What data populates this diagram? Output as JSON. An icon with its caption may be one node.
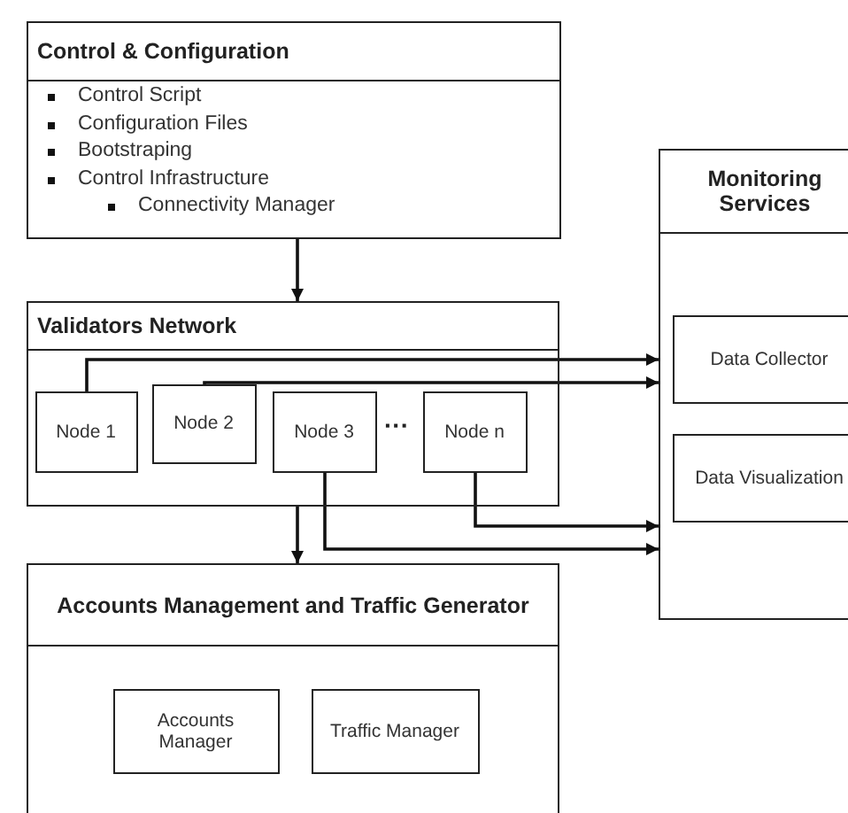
{
  "diagram": {
    "nodes": [
      {
        "text": [
          "Control & Configuration",
          "Control Script",
          "Configuration Files",
          "Bootstraping",
          "Control Infrastructure",
          "Connectivity Manager"
        ]
      },
      {
        "text": [
          "Validators Network"
        ]
      },
      {
        "text": [
          "Node 1"
        ],
        "in": 1
      },
      {
        "text": [
          "Node 2"
        ],
        "in": 1
      },
      {
        "text": [
          "Node 3"
        ],
        "in": 1
      },
      {
        "text": [
          "Node n"
        ],
        "in": 1
      },
      {
        "text": [
          "Monitoring Services"
        ]
      },
      {
        "text": [
          "Data Collector"
        ],
        "in": 6
      },
      {
        "text": [
          "Data Visualization"
        ],
        "in": 6
      },
      {
        "text": [
          "Accounts Management and Traffic Generator"
        ]
      },
      {
        "text": [
          "Accounts Manager"
        ],
        "in": 9
      },
      {
        "text": [
          "Traffic Manager"
        ],
        "in": 9
      }
    ],
    "edges": [
      {
        "from": 0,
        "to": 1,
        "arrow": "to"
      },
      {
        "from": 2,
        "to": 6,
        "arrow": "to"
      },
      {
        "from": 3,
        "to": 6,
        "arrow": "to"
      },
      {
        "from": 4,
        "to": 6,
        "arrow": "to"
      },
      {
        "from": 5,
        "to": 6,
        "arrow": "to"
      },
      {
        "from": 1,
        "to": 9,
        "arrow": "to"
      }
    ],
    "labels": [
      "···"
    ]
  }
}
